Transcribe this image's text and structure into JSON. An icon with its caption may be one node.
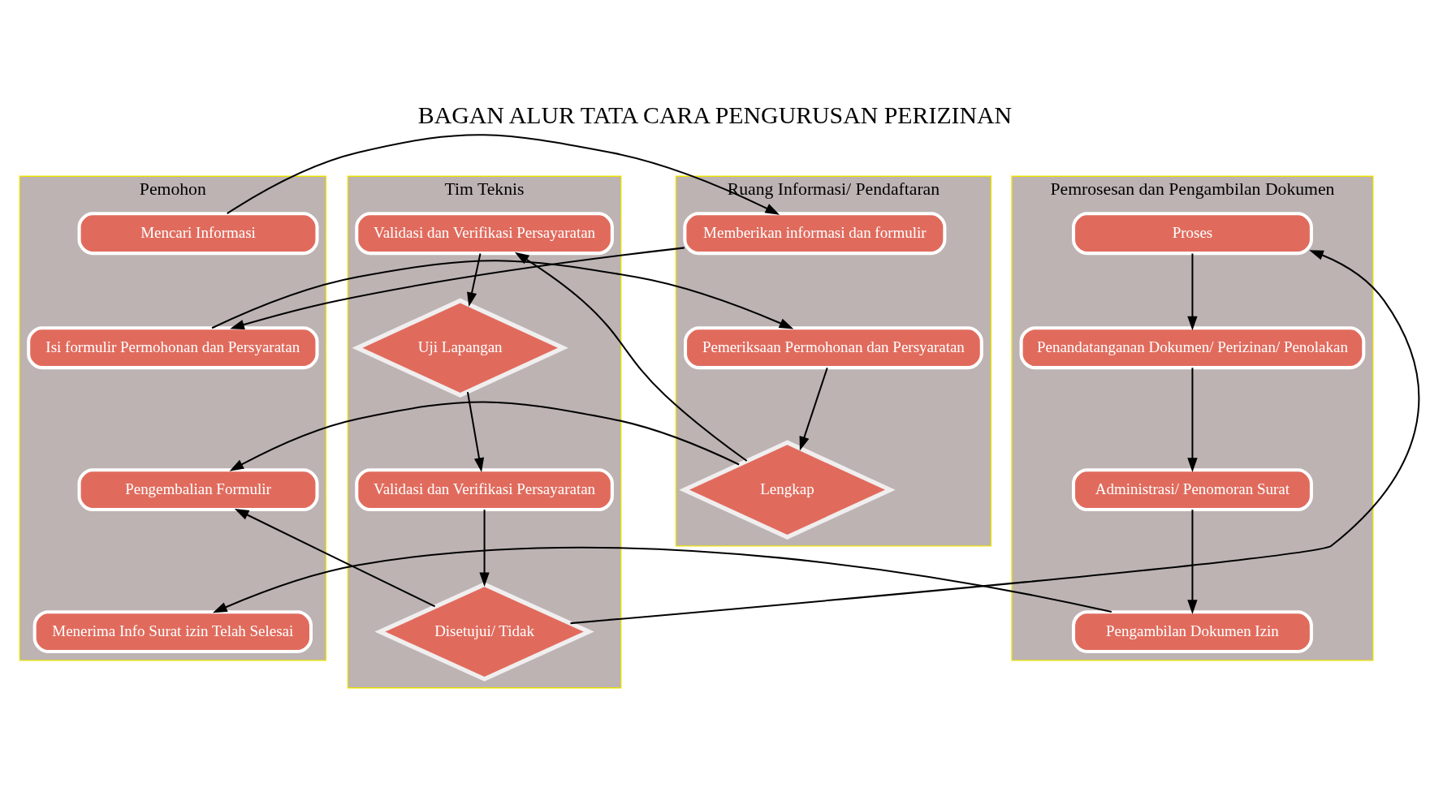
{
  "diagram": {
    "title": "BAGAN ALUR TATA CARA PENGURUSAN PERIZINAN",
    "nodes": [
      {
        "text": [
          "Pemohon"
        ]
      },
      {
        "text": [
          "Ruang Informasi/ Pendaftaran"
        ]
      },
      {
        "text": [
          "Tim Teknis"
        ]
      },
      {
        "text": [
          "Pemrosesan dan Pengambilan Dokumen"
        ]
      },
      {
        "text": [
          "Mencari Informasi"
        ],
        "in": 0
      },
      {
        "text": [
          "Isi formulir Permohonan dan Persyaratan"
        ],
        "in": 0
      },
      {
        "text": [
          "Pengembalian Formulir"
        ],
        "in": 0
      },
      {
        "text": [
          "Menerima Info Surat izin Telah Selesai"
        ],
        "in": 0
      },
      {
        "text": [
          "Memberikan informasi dan formulir"
        ],
        "in": 1
      },
      {
        "text": [
          "Pemeriksaan Permohonan dan Persyaratan"
        ],
        "in": 1
      },
      {
        "text": [
          "Lengkap"
        ],
        "in": 1
      },
      {
        "text": [
          "Validasi dan Verifikasi Persayaratan"
        ],
        "in": 2
      },
      {
        "text": [
          "Uji Lapangan"
        ],
        "in": 2
      },
      {
        "text": [
          "Validasi dan Verifikasi Persayaratan"
        ],
        "in": 2
      },
      {
        "text": [
          "Disetujui/ Tidak"
        ],
        "in": 2
      },
      {
        "text": [
          "Proses"
        ],
        "in": 3
      },
      {
        "text": [
          "Penandatanganan Dokumen/ Perizinan/ Penolakan"
        ],
        "in": 3
      },
      {
        "text": [
          "Administrasi/ Penomoran Surat"
        ],
        "in": 3
      },
      {
        "text": [
          "Pengambilan Dokumen Izin"
        ],
        "in": 3
      }
    ],
    "edges": [
      {
        "from": 4,
        "to": 8,
        "arrow": "to"
      },
      {
        "from": 8,
        "to": 5,
        "arrow": "to"
      },
      {
        "from": 5,
        "to": 9,
        "arrow": "to"
      },
      {
        "from": 9,
        "to": 10,
        "arrow": "to"
      },
      {
        "from": 10,
        "to": 6,
        "arrow": "to"
      },
      {
        "from": 10,
        "to": 11,
        "arrow": "to"
      },
      {
        "from": 11,
        "to": 12,
        "arrow": "to"
      },
      {
        "from": 12,
        "to": 13,
        "arrow": "to"
      },
      {
        "from": 13,
        "to": 14,
        "arrow": "to"
      },
      {
        "from": 14,
        "to": 6,
        "arrow": "to"
      },
      {
        "from": 14,
        "to": 15,
        "arrow": "to"
      },
      {
        "from": 15,
        "to": 16,
        "arrow": "to"
      },
      {
        "from": 16,
        "to": 17,
        "arrow": "to"
      },
      {
        "from": 17,
        "to": 18,
        "arrow": "to"
      },
      {
        "from": 18,
        "to": 7,
        "arrow": "to"
      }
    ]
  }
}
